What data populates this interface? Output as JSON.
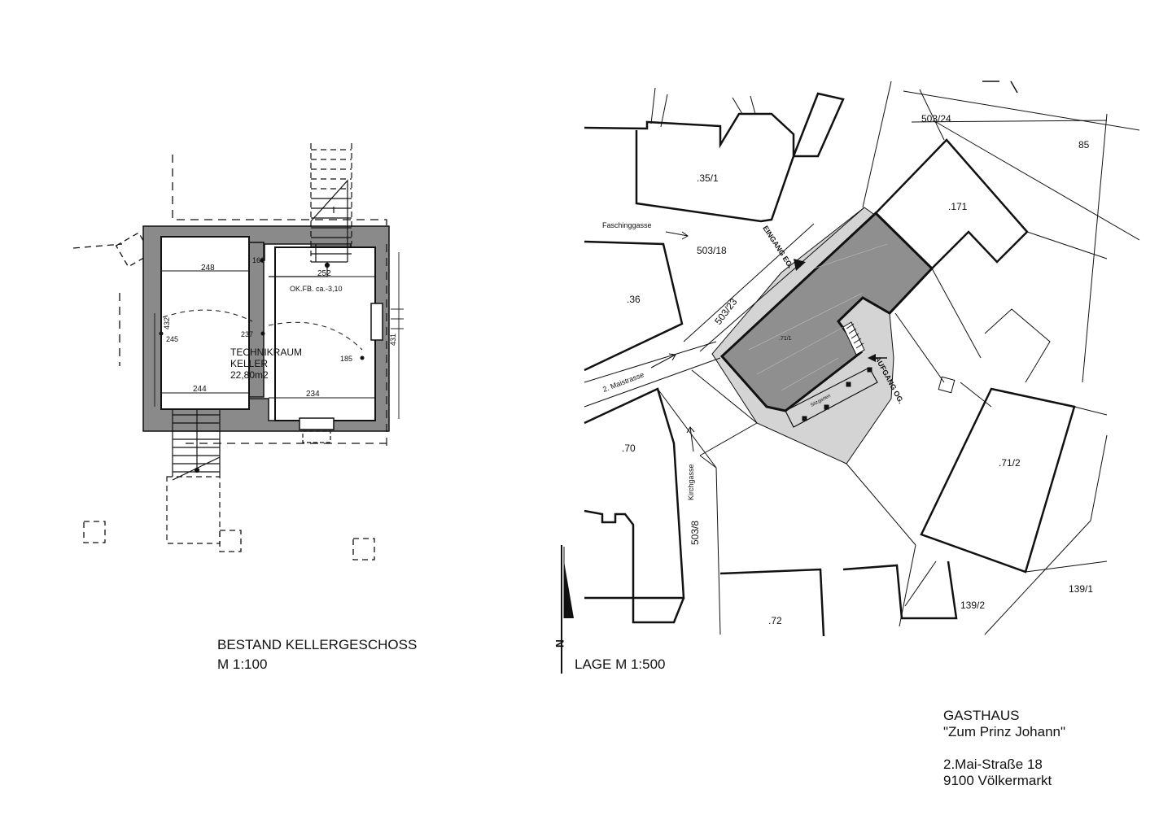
{
  "basement": {
    "title_line1": "BESTAND KELLERGESCHOSS",
    "title_line2": "M 1:100",
    "room_name1": "TECHNIKRAUM",
    "room_name2": "KELLER",
    "room_area": "22,80m2",
    "floor_level": "OK.FB. ca.-3,10",
    "dims": {
      "d248": "248",
      "d160": "160",
      "d252": "252",
      "d432": "432",
      "d245": "245",
      "d237": "237",
      "d185": "185",
      "d431": "431",
      "d244": "244",
      "d234": "234"
    }
  },
  "site": {
    "title": "LAGE M 1:500",
    "north_symbol": "N",
    "parcels": {
      "p503_24": "503/24",
      "p85": "85",
      "p35_1": ".35/1",
      "p171": ".171",
      "p503_18": "503/18",
      "p36": ".36",
      "p503_23": "503/23",
      "p71_1": ".71/1",
      "p70": ".70",
      "p71_2": ".71/2",
      "p503_8": "503/8",
      "p72": ".72",
      "p139_2": "139/2",
      "p139_1": "139/1"
    },
    "streets": {
      "faschinggasse": "Faschinggasse",
      "maistrasse": "2. Maistrasse",
      "kirchgasse": "Kirchgasse"
    },
    "annotations": {
      "eingang": "EINGANG EG.",
      "aufgang": "AUFGANG OG.",
      "sitzgarten": "Sitzgarten"
    }
  },
  "info": {
    "line1": "GASTHAUS",
    "line2": "\"Zum Prinz Johann\"",
    "line3": "2.Mai-Straße 18",
    "line4": "9100 Völkermarkt"
  },
  "colors": {
    "wall": "#8a8a8a",
    "building_dark": "#8f8f8f",
    "courtyard": "#d4d4d4",
    "line": "#111111"
  }
}
